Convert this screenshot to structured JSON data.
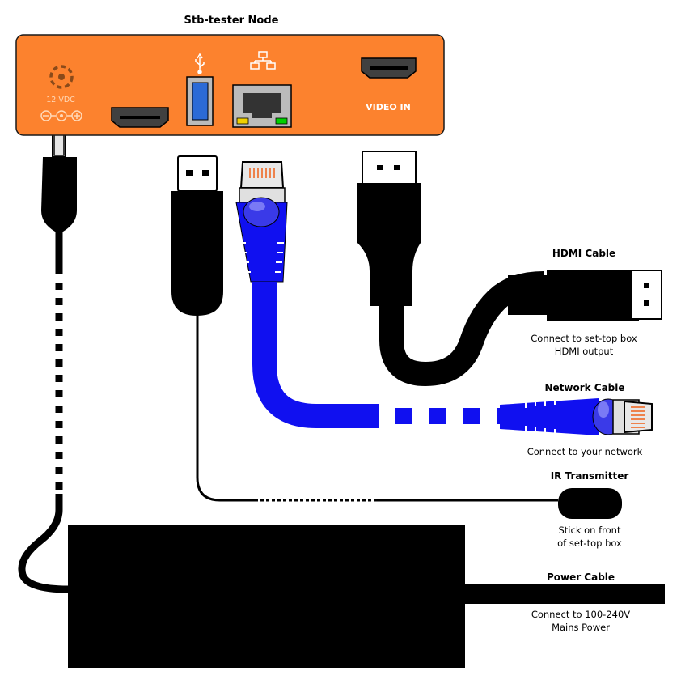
{
  "node": {
    "title": "Stb-tester Node",
    "power_port_label": "12 VDC",
    "video_in_label": "VIDEO IN"
  },
  "cables": {
    "hdmi": {
      "title": "HDMI Cable",
      "note_line1": "Connect to set-top box",
      "note_line2": "HDMI output"
    },
    "network": {
      "title": "Network Cable",
      "note_line1": "Connect to your network"
    },
    "ir": {
      "title": "IR Transmitter",
      "note_line1": "Stick on front",
      "note_line2": "of set-top box"
    },
    "power": {
      "title": "Power Cable",
      "note_line1": "Connect to 100-240V",
      "note_line2": "Mains Power"
    }
  },
  "colors": {
    "node_body": "#fc822e",
    "node_border": "#1a1a1a",
    "network_cable": "#1010f0",
    "usb_blue": "#2b6ad6",
    "led_yellow": "#f0d000",
    "led_green": "#00d000",
    "cable_black": "#000000"
  },
  "icons": [
    "usb-icon",
    "network-icon",
    "power-jack-icon",
    "polarity-icon"
  ]
}
